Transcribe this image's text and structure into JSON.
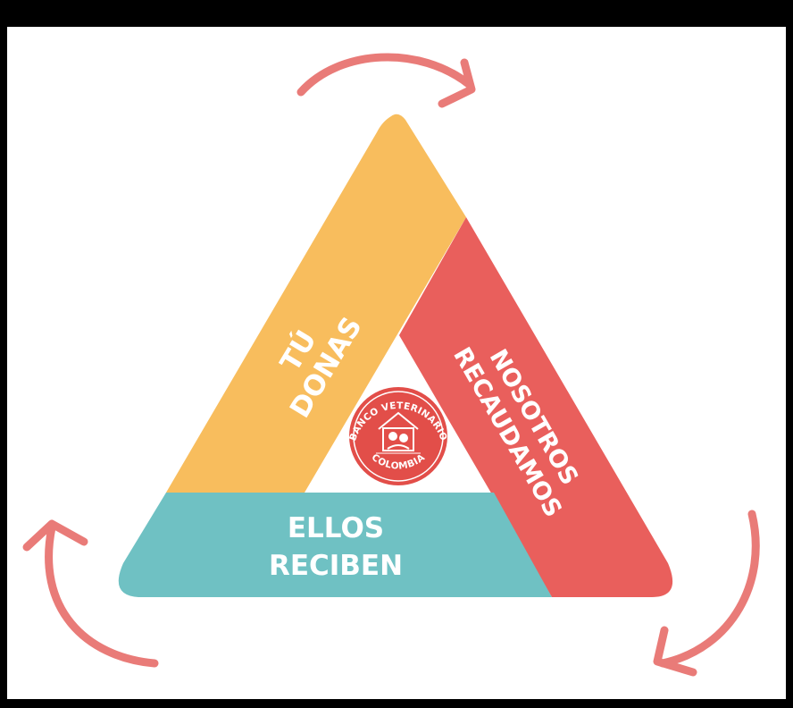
{
  "diagram": {
    "segments": {
      "left": {
        "line1": "TÚ",
        "line2": "DONAS",
        "color": "#f8bd5d"
      },
      "right": {
        "line1": "NOSOTROS",
        "line2": "RECAUDAMOS",
        "color": "#e95f5c"
      },
      "bottom": {
        "line1": "ELLOS",
        "line2": "RECIBEN",
        "color": "#6fc1c3"
      }
    },
    "seal": {
      "top_text": "BANCO VETERINARIO",
      "bottom_text": "COLOMBIA",
      "color": "#e24e49"
    },
    "arrows": {
      "color": "#e97b78"
    },
    "frame_color": "#000000",
    "background_color": "#ffffff"
  }
}
